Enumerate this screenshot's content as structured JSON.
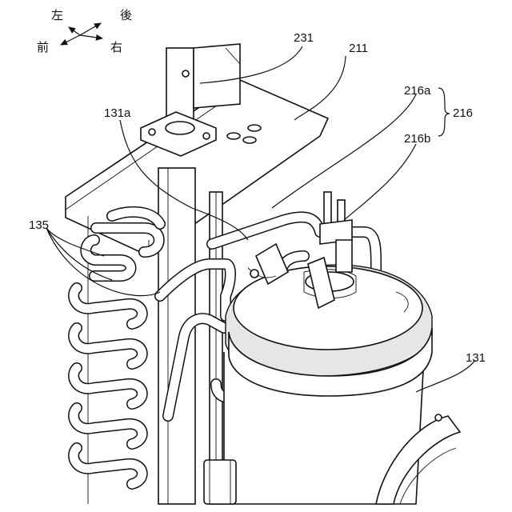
{
  "directions": {
    "left": "左",
    "back": "後",
    "front": "前",
    "right": "右"
  },
  "labels": {
    "l231": "231",
    "l211": "211",
    "l216a": "216a",
    "l216": "216",
    "l216b": "216b",
    "l131a": "131a",
    "l135": "135",
    "l131": "131"
  }
}
